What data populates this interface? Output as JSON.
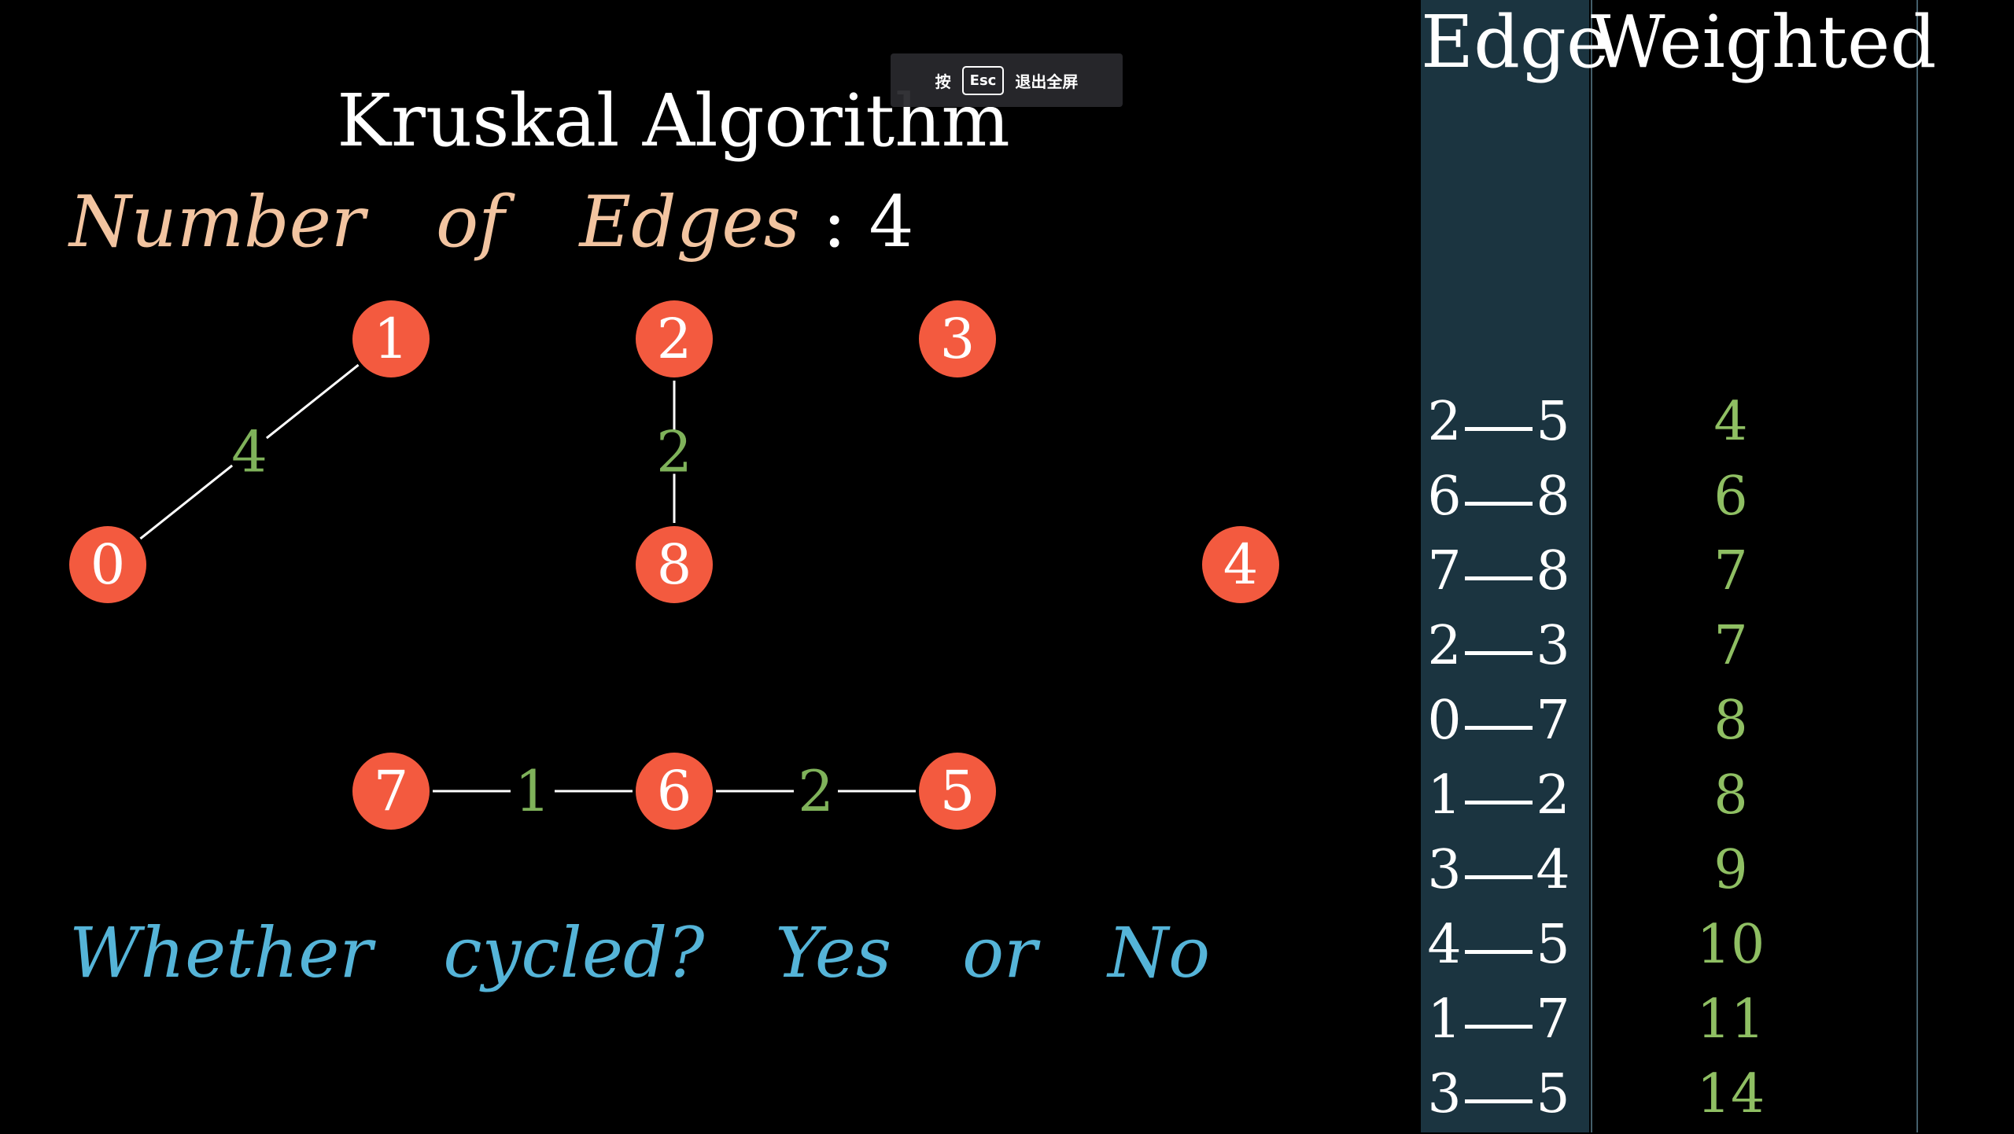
{
  "title": "Kruskal Algorithm",
  "edge_count": {
    "words": [
      "Number",
      "of",
      "Edges"
    ],
    "separator": ":",
    "value": "4"
  },
  "question": {
    "words": [
      "Whether",
      "cycled?",
      "Yes",
      "or",
      "No"
    ]
  },
  "fullscreen_toast": {
    "prefix": "按",
    "key": "Esc",
    "suffix": "退出全屏"
  },
  "colors": {
    "node_fill": "#f35a3f",
    "edge_weight": "#7fb25a",
    "count_label": "#f2c4a0",
    "question_text": "#55b4d8",
    "edge_column_bg": "#1b3440",
    "background": "#000000"
  },
  "graph": {
    "nodes": [
      "1",
      "2",
      "3",
      "0",
      "8",
      "4",
      "7",
      "6",
      "5"
    ],
    "edges": [
      {
        "from": "0",
        "to": "1",
        "weight": "4"
      },
      {
        "from": "2",
        "to": "8",
        "weight": "2"
      },
      {
        "from": "7",
        "to": "6",
        "weight": "1"
      },
      {
        "from": "6",
        "to": "5",
        "weight": "2"
      }
    ]
  },
  "table": {
    "header_edge": "Edge",
    "header_weight": "Weighted",
    "rows": [
      {
        "a": "2",
        "b": "5",
        "w": "4"
      },
      {
        "a": "6",
        "b": "8",
        "w": "6"
      },
      {
        "a": "7",
        "b": "8",
        "w": "7"
      },
      {
        "a": "2",
        "b": "3",
        "w": "7"
      },
      {
        "a": "0",
        "b": "7",
        "w": "8"
      },
      {
        "a": "1",
        "b": "2",
        "w": "8"
      },
      {
        "a": "3",
        "b": "4",
        "w": "9"
      },
      {
        "a": "4",
        "b": "5",
        "w": "10"
      },
      {
        "a": "1",
        "b": "7",
        "w": "11"
      },
      {
        "a": "3",
        "b": "5",
        "w": "14"
      }
    ]
  }
}
